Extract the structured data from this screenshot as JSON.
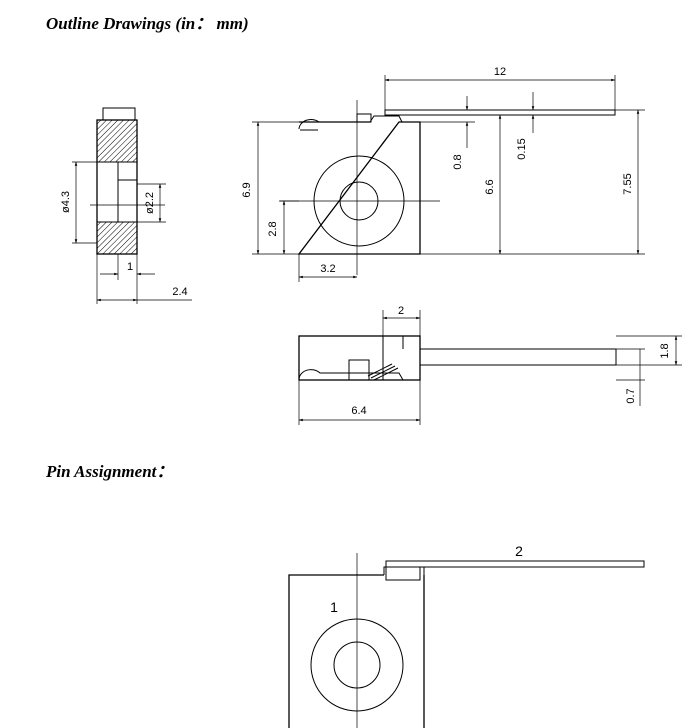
{
  "headings": {
    "outline": "Outline Drawings (in： mm)",
    "pins": "Pin Assignment："
  },
  "dimensions": {
    "outer_diameter": "ø4.3",
    "inner_diameter": "ø2.2",
    "ring_step": "1",
    "side_width": "2.4",
    "lead_length": "12",
    "lead_offset": "0.8",
    "lead_thickness": "0.15",
    "body_height": "6.9",
    "center_height": "2.8",
    "center_offset": "3.2",
    "lead_top_to_base": "6.6",
    "overall_height": "7.55",
    "tab_width": "2",
    "lead_width": "1.8",
    "lead_bottom_offset": "0.7",
    "body_width": "6.4"
  },
  "pins": {
    "pin1": "1",
    "pin2": "2"
  }
}
